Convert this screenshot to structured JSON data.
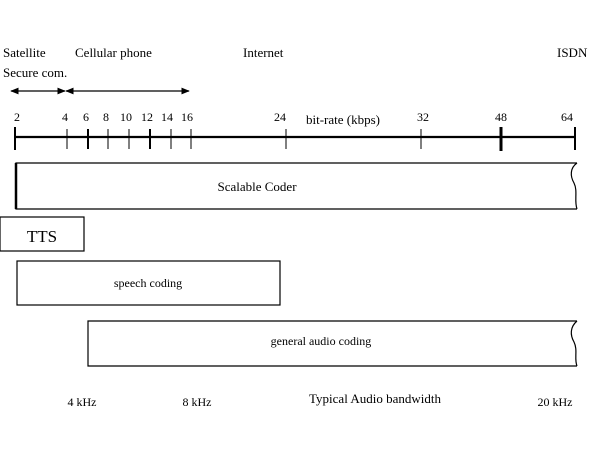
{
  "applications": {
    "satellite": "Satellite",
    "secure_com": "Secure com.",
    "cellular_phone": "Cellular phone",
    "internet": "Internet",
    "isdn": "ISDN"
  },
  "bitrate_axis": {
    "label": "bit-rate (kbps)",
    "ticks": [
      "2",
      "4",
      "6",
      "8",
      "10",
      "12",
      "14",
      "16",
      "24",
      "32",
      "48",
      "64"
    ]
  },
  "coders": {
    "scalable": "Scalable Coder",
    "tts": "TTS",
    "speech": "speech coding",
    "general_audio": "general audio coding"
  },
  "bandwidth_axis": {
    "label": "Typical Audio bandwidth",
    "values": [
      "4 kHz",
      "8 kHz",
      "20 kHz"
    ]
  }
}
